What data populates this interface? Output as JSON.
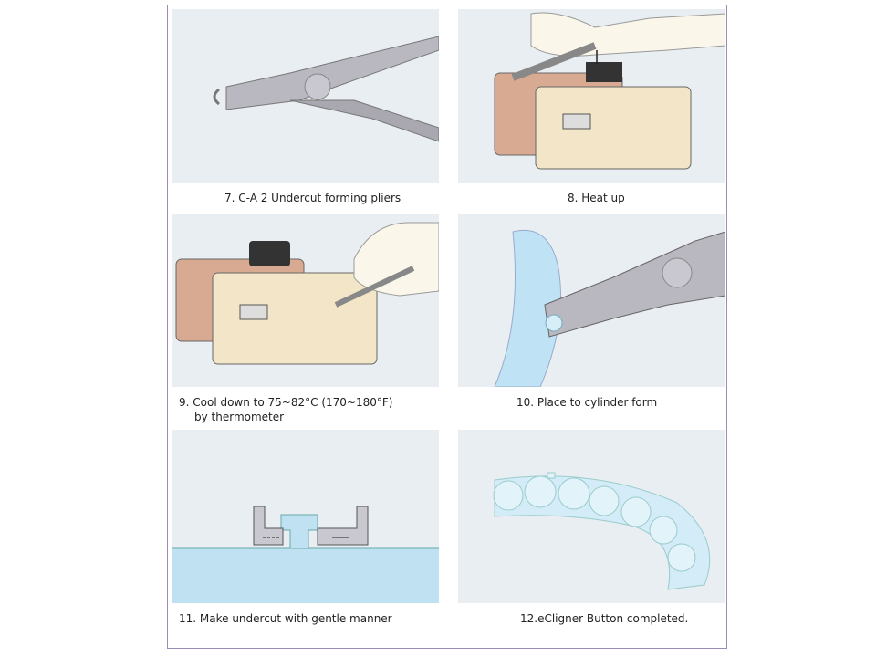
{
  "steps": [
    {
      "caption": "7. C-A 2 Undercut forming pliers"
    },
    {
      "caption": "8. Heat up"
    },
    {
      "caption": "9. Cool down to 75~82°C (170~180°F)",
      "caption2": "by thermometer"
    },
    {
      "caption": "10. Place to cylinder form"
    },
    {
      "caption": "11. Make undercut with gentle manner"
    },
    {
      "caption": "12.eCligner Button completed."
    }
  ]
}
